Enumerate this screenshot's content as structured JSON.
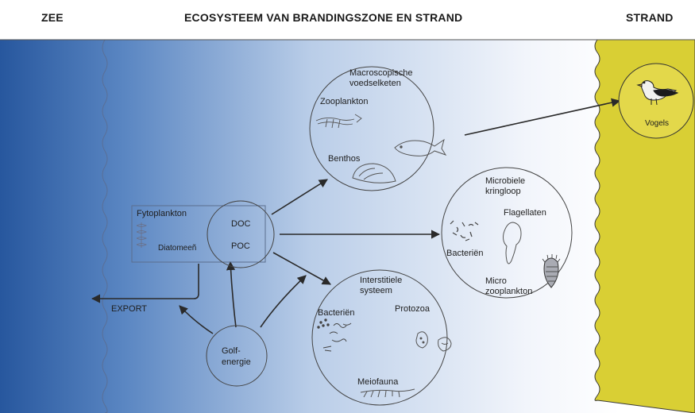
{
  "header": {
    "left": "ZEE",
    "center": "ECOSYSTEEM VAN BRANDINGSZONE EN STRAND",
    "right": "STRAND"
  },
  "colors": {
    "sea_dark": "#27579e",
    "sea_mid": "#8fb0d8",
    "surf_light": "#f4f6fb",
    "beach": "#d9cf34",
    "line": "#2a2a2a"
  },
  "nodes": {
    "macro": {
      "title_1": "Macroscopische",
      "title_2": "voedselketen",
      "zooplankton": "Zooplankton",
      "benthos": "Benthos"
    },
    "microbial": {
      "title_1": "Microbiele",
      "title_2": "kringloop",
      "flagellaten": "Flagellaten",
      "bacterien": "Bacteriën",
      "micro_1": "Micro",
      "micro_2": "zooplankton"
    },
    "interstitial": {
      "title_1": "Interstitiele",
      "title_2": "systeem",
      "bacterien": "Bacteriën",
      "protozoa": "Protozoa",
      "meiofauna": "Meiofauna"
    },
    "phyto": {
      "fytoplankton": "Fytoplankton",
      "diatomeen": "Diatomeeñ"
    },
    "doc_poc": {
      "doc": "DOC",
      "poc": "POC"
    },
    "wave": {
      "line_1": "Golf-",
      "line_2": "energie"
    },
    "birds": {
      "label": "Vogels"
    },
    "export": {
      "label": "EXPORT"
    }
  },
  "icons": [
    "bird-icon",
    "zooplankton-icon",
    "fish-icon",
    "shellfish-icon",
    "diatom-icon",
    "bacteria-icon",
    "flagellate-icon",
    "microzooplankton-icon",
    "protozoa-icon",
    "meiofauna-icon"
  ]
}
